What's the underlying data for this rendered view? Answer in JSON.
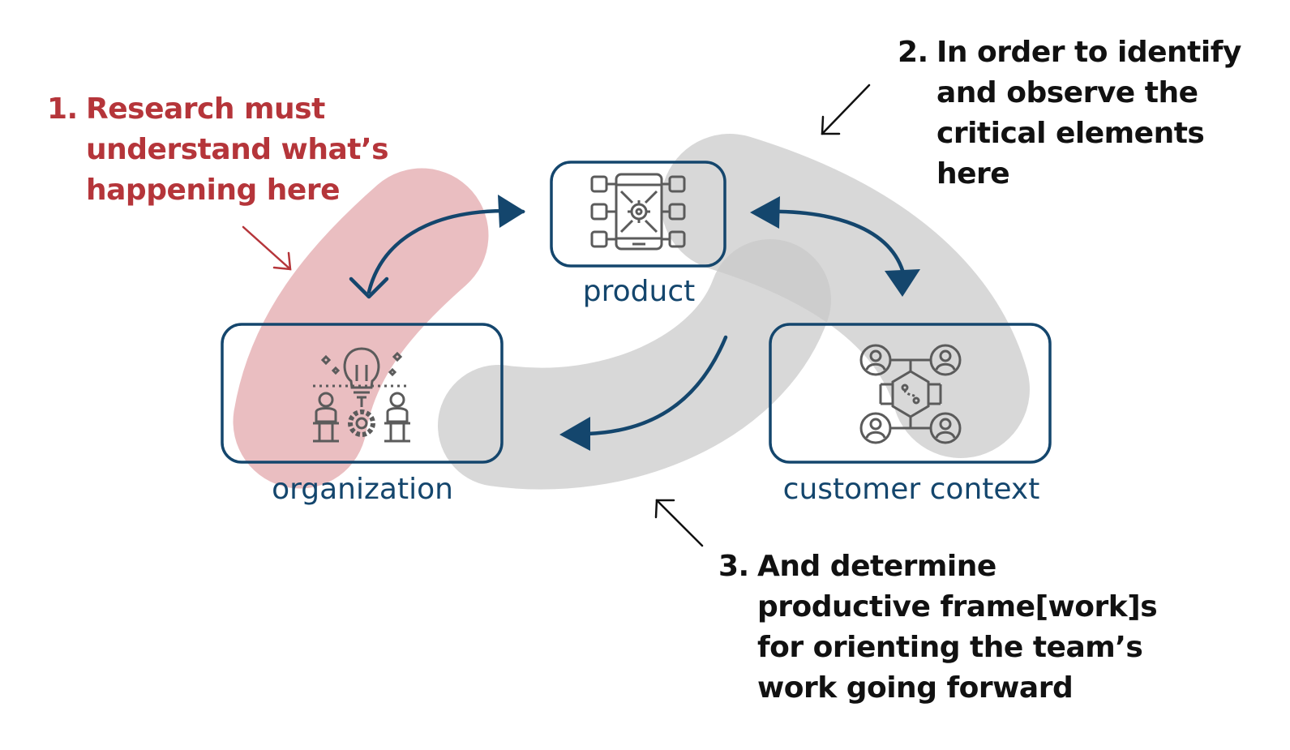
{
  "nodes": {
    "product": {
      "label": "product",
      "icon": "mobile-app-settings-icon"
    },
    "organization": {
      "label": "organization",
      "icon": "idea-teamwork-icon"
    },
    "customer_context": {
      "label": "customer context",
      "icon": "user-network-icon"
    }
  },
  "annotations": [
    {
      "number": "1.",
      "lines": [
        "Research must",
        "understand what’s",
        "happening here"
      ]
    },
    {
      "number": "2.",
      "lines": [
        "In order to identify",
        "and observe the",
        "critical elements",
        "here"
      ]
    },
    {
      "number": "3.",
      "lines": [
        "And determine",
        "productive frame[work]s",
        "for orienting the team’s",
        "work going forward"
      ]
    }
  ],
  "colors": {
    "accent_red": "#b5353a",
    "navy": "#14466d",
    "icon_gray": "#5b5b5b",
    "highlight_red": "#e6b3b6",
    "highlight_gray": "#d4d4d4",
    "text_dark": "#111111"
  }
}
